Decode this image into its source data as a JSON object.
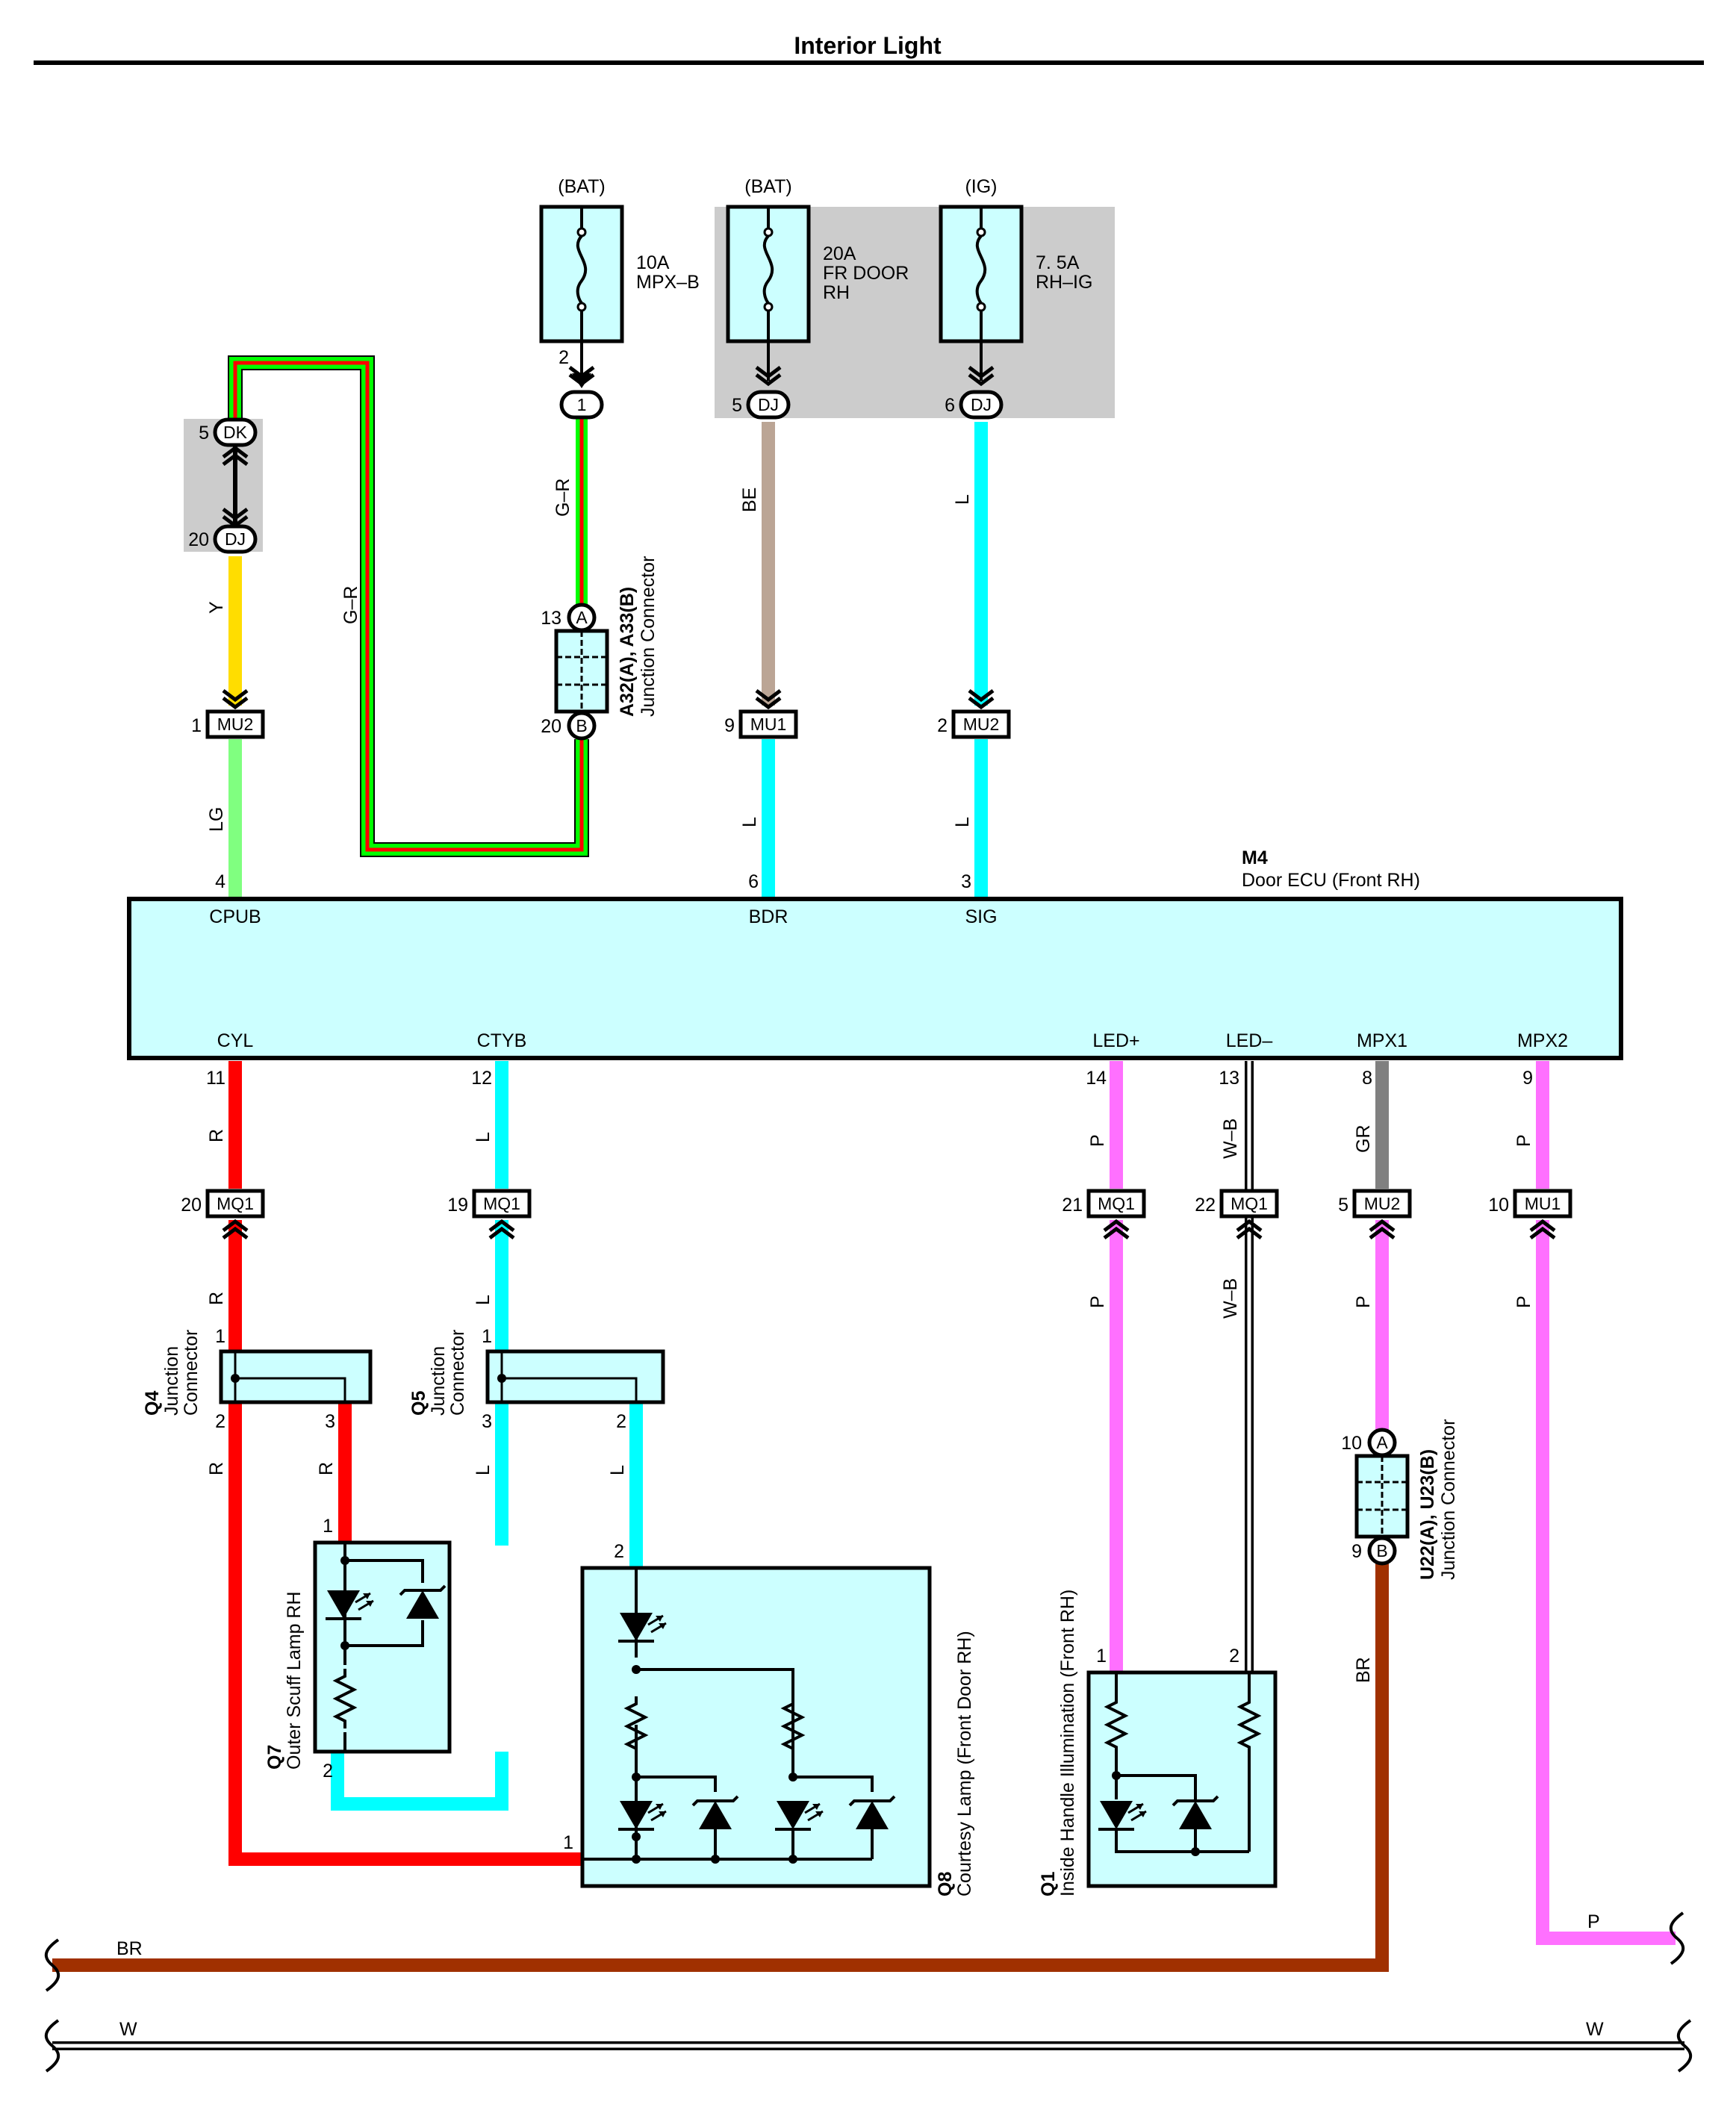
{
  "title": "Interior Light",
  "fuses": [
    {
      "id": "fuse-mpx-b",
      "source": "(BAT)",
      "rating": "10A",
      "name_lines": [
        "MPX–B"
      ]
    },
    {
      "id": "fuse-fr-door-rh",
      "source": "(BAT)",
      "rating": "20A",
      "name_lines": [
        "FR DOOR",
        "RH"
      ]
    },
    {
      "id": "fuse-rh-ig",
      "source": "(IG)",
      "rating": "7. 5A",
      "name_lines": [
        "RH–IG"
      ]
    }
  ],
  "ecu": {
    "code": "M4",
    "name": "Door ECU (Front RH)",
    "top_terminals": [
      {
        "name": "CPUB",
        "pin": "4"
      },
      {
        "name": "BDR",
        "pin": "6"
      },
      {
        "name": "SIG",
        "pin": "3"
      }
    ],
    "bottom_terminals": [
      {
        "name": "CYL",
        "pin": "11"
      },
      {
        "name": "CTYB",
        "pin": "12"
      },
      {
        "name": "LED+",
        "pin": "14"
      },
      {
        "name": "LED–",
        "pin": "13"
      },
      {
        "name": "MPX1",
        "pin": "8"
      },
      {
        "name": "MPX2",
        "pin": "9"
      }
    ]
  },
  "connector_labels": {
    "dk": "DK",
    "dj": "DJ",
    "mu1": "MU1",
    "mu2": "MU2",
    "mq1": "MQ1",
    "a": "A",
    "b": "B",
    "one": "1"
  },
  "pins": {
    "fuse_mpx_b_out": "2",
    "fuse_fr_door_dj": "5",
    "fuse_rh_ig_dj": "6",
    "dk": "5",
    "dj": "20",
    "mu2_cpub": "1",
    "mu1_bdr": "9",
    "mu2_sig": "2",
    "a32": "13",
    "a33": "20",
    "mq1_cyl": "20",
    "mq1_ctyb": "19",
    "mq1_ledp": "21",
    "mq1_ledm": "22",
    "mu2_mpx1": "5",
    "mu1_mpx2": "10",
    "q4_in": "1",
    "q4_out2": "2",
    "q4_out3": "3",
    "q5_in": "1",
    "q5_out3": "3",
    "q5_out2": "2",
    "q7_in": "1",
    "q7_out": "2",
    "q8_in": "2",
    "q8_gnd": "1",
    "q1_p1": "1",
    "q1_p2": "2",
    "u22": "10",
    "u23": "9"
  },
  "wire_colors": {
    "gr_upper": "G–R",
    "gr_mid": "G–R",
    "be": "BE",
    "l_ig": "L",
    "y": "Y",
    "lg": "LG",
    "l_bdr": "L",
    "l_sig": "L",
    "r1": "R",
    "r2": "R",
    "r3": "R",
    "r4": "R",
    "l1": "L",
    "l2": "L",
    "l3": "L",
    "l4": "L",
    "p1": "P",
    "p2": "P",
    "wb1": "W–B",
    "wb2": "W–B",
    "gr": "GR",
    "p3": "P",
    "p4": "P",
    "p5": "P",
    "br": "BR",
    "br_bus": "BR",
    "p_bus": "P",
    "w_left": "W",
    "w_right": "W"
  },
  "components": {
    "a32_code": "A32(A), A33(B)",
    "a32_name": "Junction Connector",
    "u22_code": "U22(A), U23(B)",
    "u22_name": "Junction Connector",
    "q4_code": "Q4",
    "q4_name_lines": [
      "Junction",
      "Connector"
    ],
    "q5_code": "Q5",
    "q5_name_lines": [
      "Junction",
      "Connector"
    ],
    "q7_code": "Q7",
    "q7_name": "Outer Scuff Lamp RH",
    "q8_code": "Q8",
    "q8_name": "Courtesy Lamp (Front Door RH)",
    "q1_code": "Q1",
    "q1_name": "Inside Handle Illumination (Front RH)"
  },
  "colors": {
    "red": "#ff0000",
    "green": "#00ff00",
    "yellow": "#ffdd00",
    "light_green": "#80ff80",
    "tan": "#bba595",
    "cyan": "#00ffff",
    "pink": "#ff70ff",
    "gray": "#808080",
    "brown": "#a03000",
    "component_fill": "#ccffff",
    "shade": "#cccccc"
  }
}
